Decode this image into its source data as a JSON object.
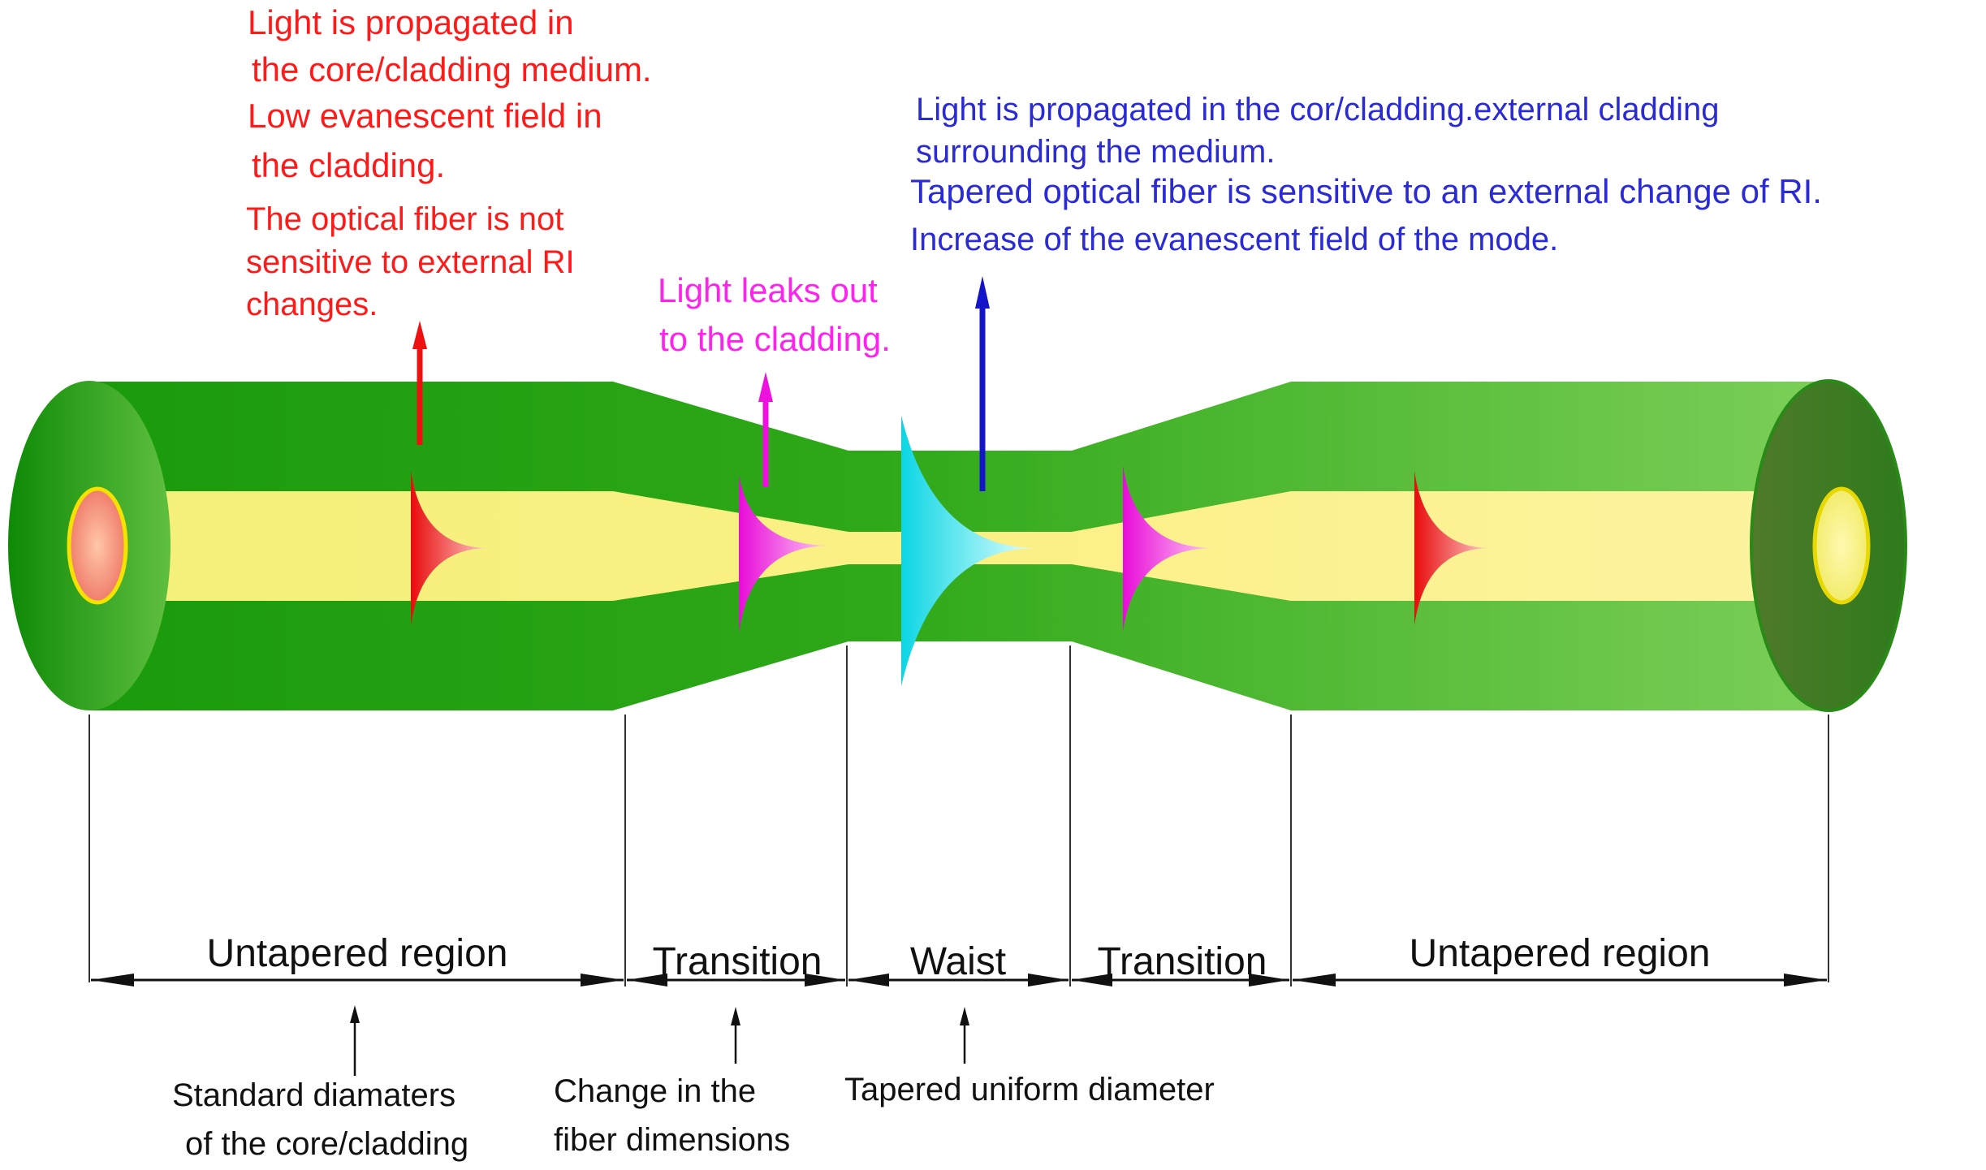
{
  "annotations": {
    "untapered_red": {
      "lines": [
        "Light is propagated in",
        "the core/cladding medium.",
        "Low evanescent field in",
        "the cladding."
      ],
      "color": "#ff1a1a"
    },
    "not_sensitive": {
      "lines": [
        "The optical fiber is not",
        "sensitive to external RI",
        "changes."
      ],
      "color": "#ff1a1a"
    },
    "leak_magenta": {
      "lines": [
        "Light leaks out",
        "to the cladding."
      ],
      "color": "#ff22ee"
    },
    "waist_blue": {
      "lines": [
        "Light is propagated in the cor/cladding.external cladding",
        "surrounding the medium."
      ],
      "color": "#2b2bd6"
    },
    "sensitive_blue": {
      "lines": [
        "Tapered optical fiber is sensitive to an external change of RI.",
        "Increase of the evanescent field of the mode."
      ],
      "color": "#2b2bd6"
    }
  },
  "regions": {
    "untapered_left": "Untapered region",
    "transition_left": "Transition",
    "waist": "Waist",
    "transition_right": "Transition",
    "untapered_right": "Untapered region"
  },
  "descriptions": {
    "standard": [
      "Standard diamaters",
      "of the core/cladding"
    ],
    "change": [
      "Change in the",
      "fiber dimensions"
    ],
    "tapered": [
      "Tapered uniform diameter"
    ]
  },
  "colors": {
    "cladding_dark": "#1e9a10",
    "cladding_light": "#7fcf55",
    "core": "#fbf08a",
    "mode_red": "#ee1111",
    "mode_magenta": "#ee11dd",
    "mode_cyan": "#11dde8"
  }
}
